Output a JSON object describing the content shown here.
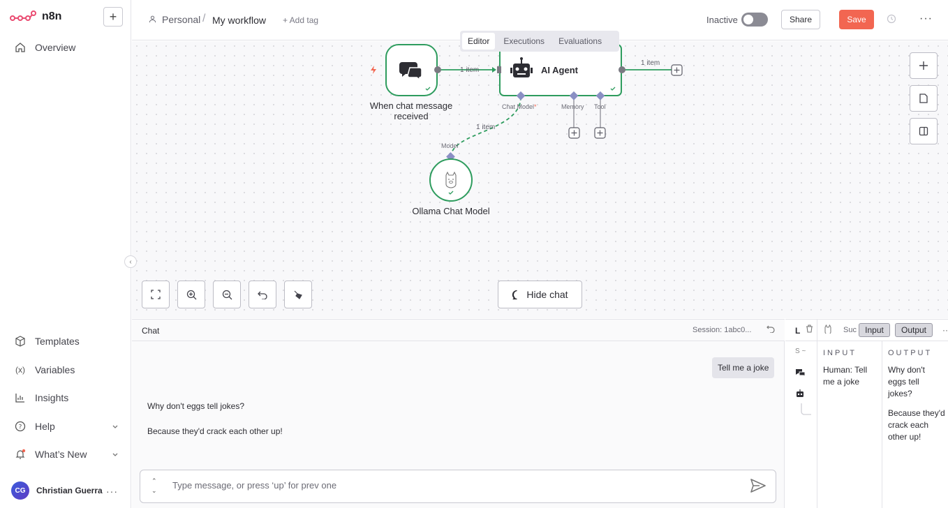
{
  "app": {
    "name": "n8n",
    "new_label": "+"
  },
  "sidebar": {
    "overview": "Overview",
    "bottom_items": [
      {
        "label": "Templates",
        "icon": "box-icon"
      },
      {
        "label": "Variables",
        "icon": "variable-icon"
      },
      {
        "label": "Insights",
        "icon": "chart-icon"
      },
      {
        "label": "Help",
        "icon": "help-icon"
      },
      {
        "label": "What’s New",
        "icon": "bell-icon"
      }
    ],
    "user": {
      "initials": "CG",
      "name": "Christian Guerra"
    }
  },
  "header": {
    "project": "Personal",
    "workflow_name": "My workflow",
    "add_tag": "+ Add tag",
    "status": "Inactive",
    "share": "Share",
    "save": "Save"
  },
  "tabs": [
    "Editor",
    "Executions",
    "Evaluations"
  ],
  "canvas": {
    "trigger_node": {
      "label_line1": "When chat message",
      "label_line2": "received"
    },
    "agent_node": {
      "label": "AI Agent"
    },
    "model_node": {
      "label": "Ollama Chat Model"
    },
    "connection_labels": {
      "trigger_to_agent": "1 item",
      "agent_out": "1 item",
      "model_to_agent": "1 item"
    },
    "sub_labels": {
      "chat_model": "Chat Model",
      "required_mark": "*",
      "memory": "Memory",
      "tool": "Tool",
      "model": "Model"
    },
    "hide_chat": "Hide chat"
  },
  "chat": {
    "title": "Chat",
    "session": "Session: 1abc0...",
    "messages": {
      "user": "Tell me a joke",
      "bot_line1": "Why don't eggs tell jokes?",
      "bot_line2": "Because they'd crack each other up!"
    },
    "input_placeholder": "Type message, or press ‘up’ for prev one"
  },
  "logs": {
    "title_short": "L",
    "status_short": "Suc",
    "input_btn": "Input",
    "output_btn": "Output",
    "tree_short": "S ~",
    "input_head": "INPUT",
    "output_head": "OUTPUT",
    "input_text": "Human: Tell me a joke",
    "output_text1": "Why don't eggs tell jokes?",
    "output_text2": "Because they'd crack each other up!"
  },
  "colors": {
    "accent": "#f26651",
    "node_success": "#2e9c5e",
    "connector": "#8a8fc4"
  }
}
